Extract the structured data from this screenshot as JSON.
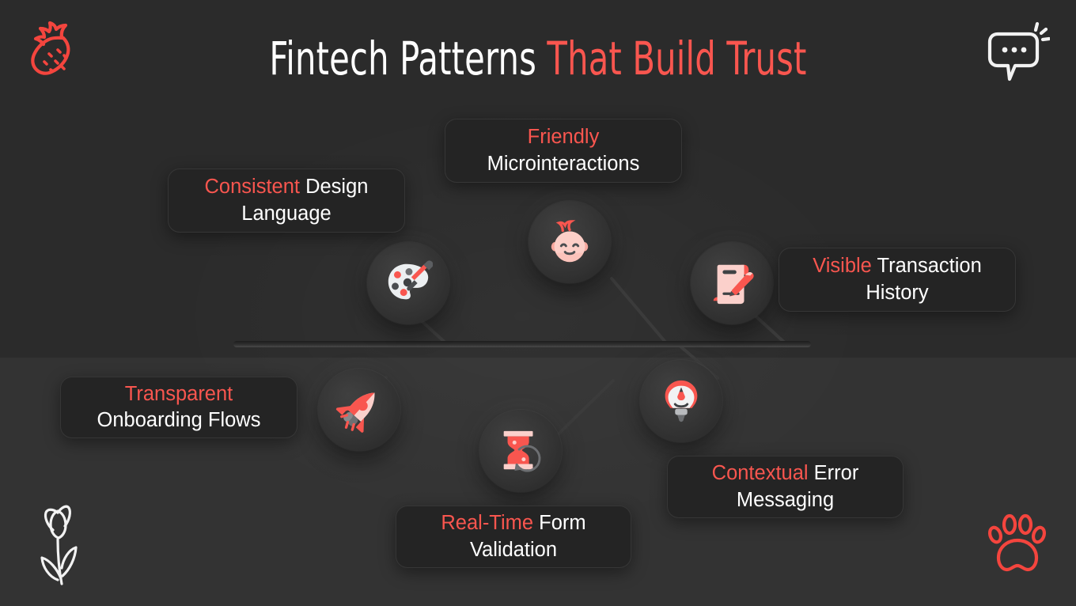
{
  "slide": {
    "title": {
      "plain": "Fintech Patterns ",
      "highlight": "That Build Trust"
    },
    "colors": {
      "background_top": "#2b2b2b",
      "background_bottom": "#333333",
      "accent": "#f9564f",
      "text": "#ffffff",
      "card_fill": "#242424",
      "node_fill": "#303030"
    }
  },
  "decorations": [
    {
      "name": "strawberry-icon",
      "position": "top-left",
      "color": "#f4453e"
    },
    {
      "name": "speech-bubble-icon",
      "position": "top-right",
      "color": "#ffffff"
    },
    {
      "name": "flower-icon",
      "position": "bottom-left",
      "color": "#ffffff"
    },
    {
      "name": "paw-print-icon",
      "position": "bottom-right",
      "color": "#f4453e"
    }
  ],
  "items": [
    {
      "id": "consistent-design-language",
      "highlight": "Consistent",
      "rest": " Design Language",
      "icon": "palette-icon",
      "row": "top"
    },
    {
      "id": "friendly-microinteractions",
      "highlight": "Friendly",
      "rest": "Microinteractions",
      "icon": "baby-face-icon",
      "row": "top"
    },
    {
      "id": "visible-transaction-history",
      "highlight": "Visible",
      "rest": " Transaction History",
      "icon": "signed-receipt-icon",
      "row": "top"
    },
    {
      "id": "transparent-onboarding-flows",
      "highlight": "Transparent",
      "rest": "Onboarding Flows",
      "icon": "rocket-icon",
      "row": "bottom"
    },
    {
      "id": "real-time-form-validation",
      "highlight": "Real-Time",
      "rest": " Form Validation",
      "icon": "hourglass-refresh-icon",
      "row": "bottom"
    },
    {
      "id": "contextual-error-messaging",
      "highlight": "Contextual",
      "rest": " Error Messaging",
      "icon": "lightbulb-pencil-icon",
      "row": "bottom"
    }
  ]
}
